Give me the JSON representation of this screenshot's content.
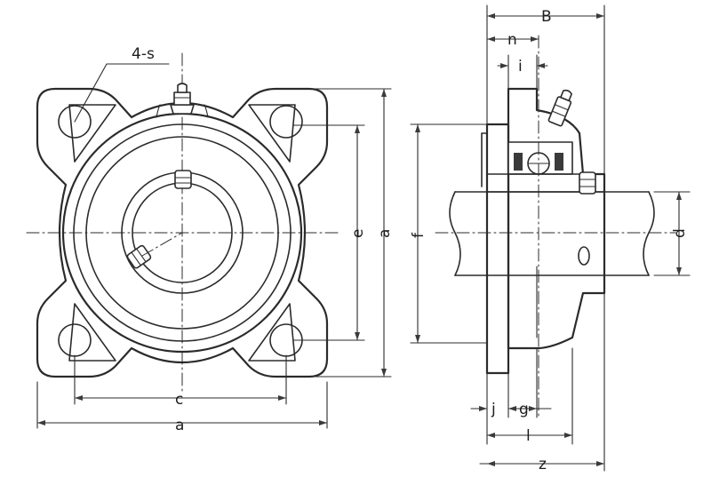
{
  "figure": {
    "labels": {
      "mount_holes": "4-s",
      "width_B": "B",
      "n": "n",
      "i": "i",
      "e": "e",
      "a_vertical": "a",
      "f": "f",
      "d": "d",
      "c": "c",
      "a_horizontal": "a",
      "j": "j",
      "g": "g",
      "l": "l",
      "z": "z"
    }
  }
}
